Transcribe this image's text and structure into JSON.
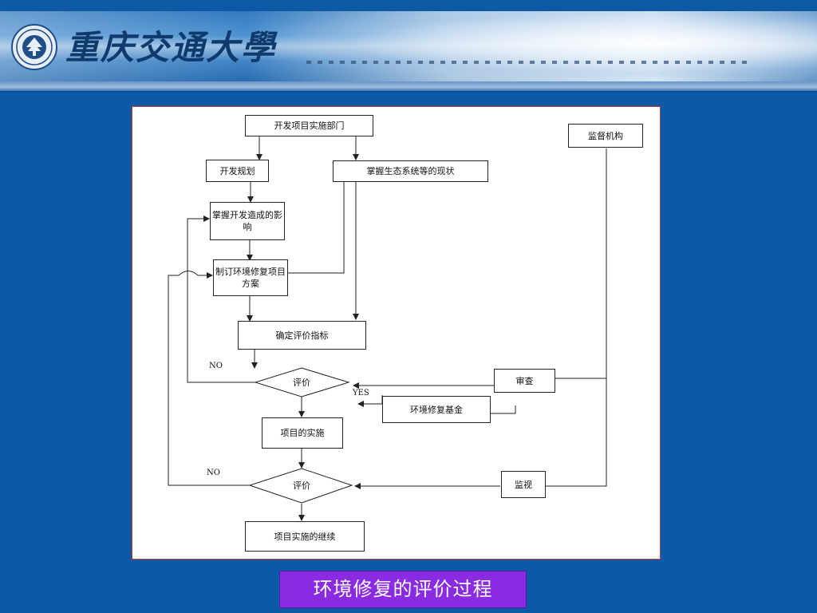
{
  "header": {
    "university_name": "重庆交通大學"
  },
  "diagram": {
    "nodes": {
      "dept": "开发项目实施部门",
      "plan": "开发规划",
      "status": "掌握生态系统等的现状",
      "impact": "掌握开发造成的影响",
      "scheme": "制订环境修复项目方案",
      "index": "确定评价指标",
      "eval1": "评价",
      "review": "审查",
      "fund": "环境修复基金",
      "implement": "项目的实施",
      "eval2": "评价",
      "monitor": "监视",
      "continue": "项目实施的继续",
      "supervisor": "监督机构"
    },
    "edge_labels": {
      "no1": "NO",
      "yes1": "YES",
      "no2": "NO"
    }
  },
  "caption": "环境修复的评价过程",
  "colors": {
    "background": "#0b5aa8",
    "caption_bg": "#8a2be2",
    "frame_border": "#c0392b"
  }
}
